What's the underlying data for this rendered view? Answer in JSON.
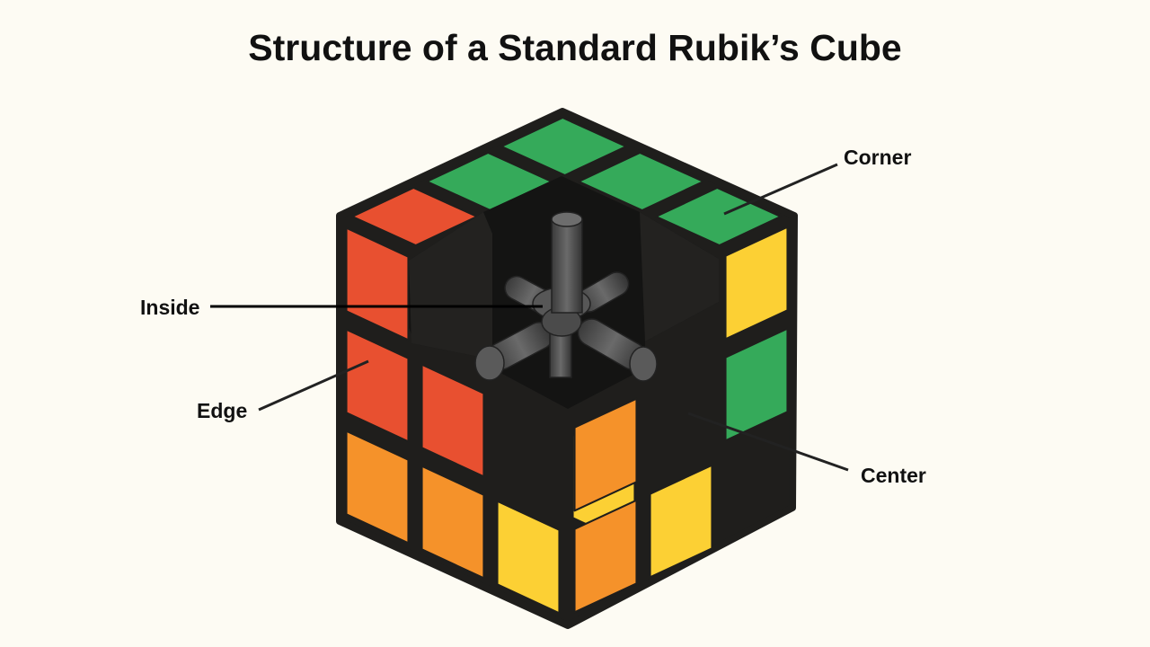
{
  "title": "Structure of a Standard Rubik’s Cube",
  "labels": {
    "corner": "Corner",
    "inside": "Inside",
    "edge": "Edge",
    "center": "Center"
  },
  "colors": {
    "green": "#35aa5a",
    "red": "#e85030",
    "orange": "#f5922a",
    "yellow": "#fcd034",
    "blue": "#2f7ab8",
    "plastic": "#1f1e1c",
    "core": "#4a4a4a",
    "background": "#fdfbf3"
  }
}
